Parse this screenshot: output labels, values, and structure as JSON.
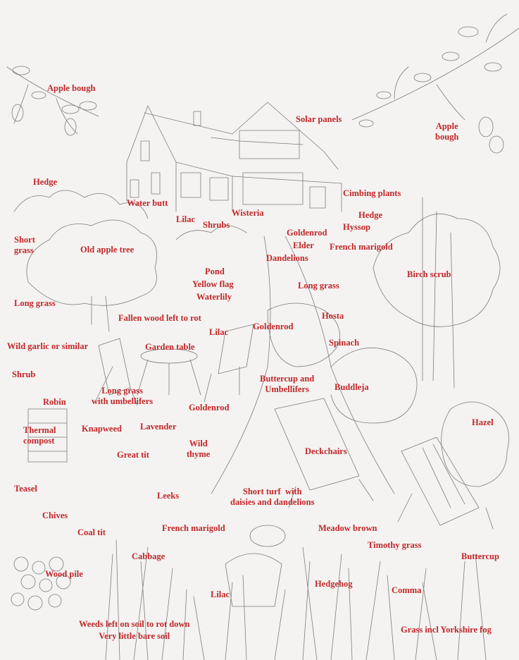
{
  "labels": {
    "apple_bough_left": "Apple bough",
    "apple_bough_right": "Apple\nbough",
    "solar_panels": "Solar panels",
    "hedge_left": "Hedge",
    "water_butt": "Water butt",
    "climbing_plants": "Cimbing plants",
    "lilac_top": "Lilac",
    "shrubs": "Shrubs",
    "wisteria": "Wisteria",
    "hedge_right": "Hedge",
    "hyssop": "Hyssop",
    "goldenrod_top": "Goldenrod",
    "short_grass": "Short\ngrass",
    "old_apple_tree": "Old apple tree",
    "elder": "Elder",
    "french_marigold_top": "French marigold",
    "dandelions": "Dandelions",
    "pond": "Pond",
    "yellow_flag": "Yellow flag",
    "waterlily": "Waterlily",
    "birch_scrub": "Birch scrub",
    "long_grass_top": "Long grass",
    "long_grass_left": "Long grass",
    "fallen_wood": "Fallen wood left to rot",
    "hosta": "Hosta",
    "goldenrod_mid": "Goldenrod",
    "lilac_mid": "Lilac",
    "spinach": "Spinach",
    "wild_garlic": "Wild garlic or similar",
    "garden_table": "Garden table",
    "shrub": "Shrub",
    "buttercup_umbellifers": "Buttercup and\nUmbellifers",
    "buddleja": "Buddleja",
    "long_grass_umbellifers": "Long grass\nwith umbellifers",
    "robin": "Robin",
    "goldenrod_low": "Goldenrod",
    "hazel": "Hazel",
    "thermal_compost": "Thermal\ncompost",
    "knapweed": "Knapweed",
    "lavender": "Lavender",
    "wild_thyme": "Wild\nthyme",
    "great_tit": "Great tit",
    "deckchairs": "Deckchairs",
    "teasel": "Teasel",
    "short_turf": "Short turf  with\ndaisies and dandelions",
    "leeks": "Leeks",
    "chives": "Chives",
    "coal_tit": "Coal tit",
    "french_marigold_low": "French marigold",
    "meadow_brown": "Meadow brown",
    "timothy_grass": "Timothy grass",
    "cabbage": "Cabbage",
    "buttercup": "Buttercup",
    "wood_pile": "Wood pile",
    "hedgehog": "Hedgehog",
    "comma": "Comma",
    "lilac_low": "Lilac",
    "weeds": "Weeds left on soil to rot down\nVery little bare soil",
    "grass_yorkshire": "Grass incl Yorkshire fog"
  },
  "colors": {
    "label": "#c2262a",
    "ink": "#4a4a4a",
    "paper": "#f4f3f1"
  }
}
